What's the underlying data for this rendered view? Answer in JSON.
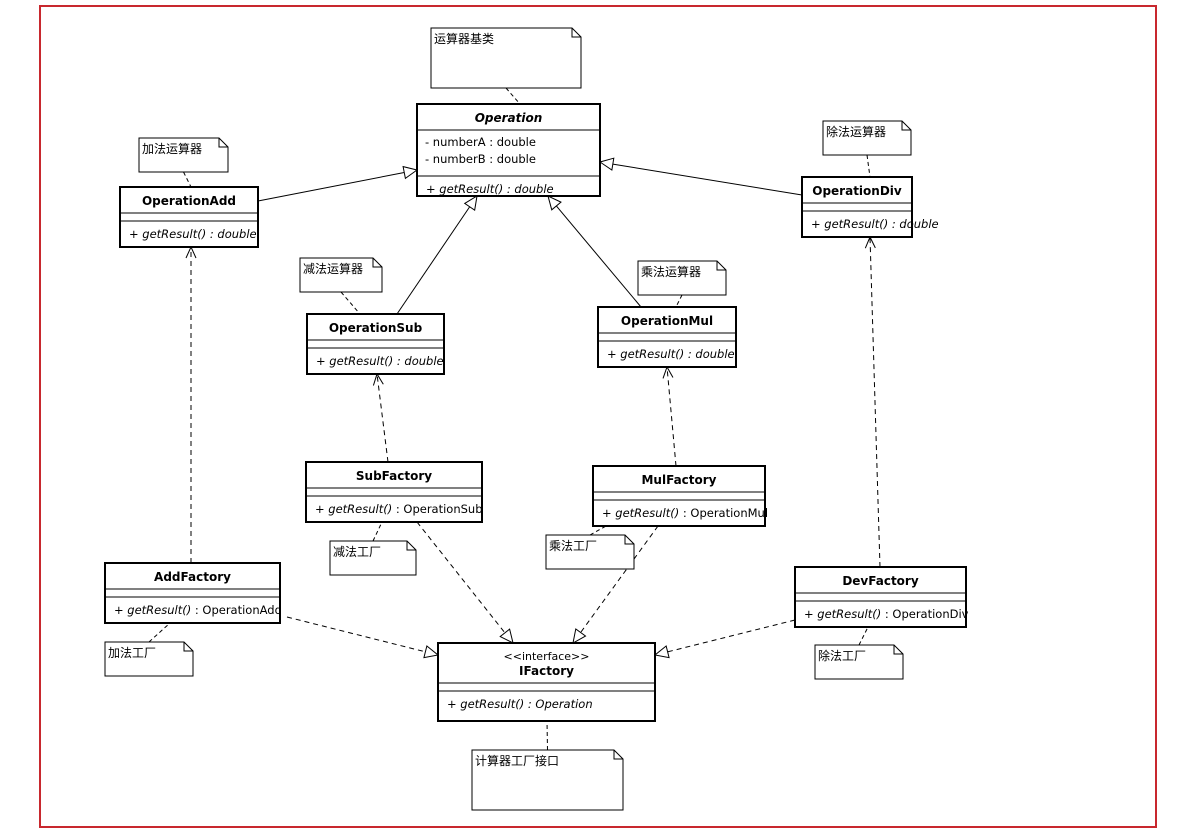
{
  "diagram": {
    "classes": [
      {
        "id": "Operation",
        "name": "Operation",
        "abstract": true,
        "attributes": [
          "- numberA : double",
          "- numberB : double"
        ],
        "methods": [
          {
            "prefix": "+ ",
            "text": "getResult() : double",
            "italic": true
          }
        ]
      },
      {
        "id": "OperationAdd",
        "name": "OperationAdd",
        "attributes": [],
        "methods": [
          {
            "prefix": "+ ",
            "text": "getResult() : double",
            "italic": true
          }
        ]
      },
      {
        "id": "OperationDiv",
        "name": "OperationDiv",
        "attributes": [],
        "methods": [
          {
            "prefix": "+ ",
            "text": "getResult() : double",
            "italic": true
          }
        ]
      },
      {
        "id": "OperationSub",
        "name": "OperationSub",
        "attributes": [],
        "methods": [
          {
            "prefix": "+ ",
            "text": "getResult() : double",
            "italic": true
          }
        ]
      },
      {
        "id": "OperationMul",
        "name": "OperationMul",
        "attributes": [],
        "methods": [
          {
            "prefix": "+ ",
            "text": "getResult() : double",
            "italic": true
          }
        ]
      },
      {
        "id": "SubFactory",
        "name": "SubFactory",
        "attributes": [],
        "methods": [
          {
            "prefix": "+ ",
            "text": "getResult()",
            "italic": true,
            "suffix": " : OperationSub"
          }
        ]
      },
      {
        "id": "MulFactory",
        "name": "MulFactory",
        "attributes": [],
        "methods": [
          {
            "prefix": "+ ",
            "text": "getResult()",
            "italic": true,
            "suffix": " : OperationMul"
          }
        ]
      },
      {
        "id": "AddFactory",
        "name": "AddFactory",
        "attributes": [],
        "methods": [
          {
            "prefix": "+ ",
            "text": "getResult()",
            "italic": true,
            "suffix": " : OperationAdd"
          }
        ]
      },
      {
        "id": "DevFactory",
        "name": "DevFactory",
        "attributes": [],
        "methods": [
          {
            "prefix": "+ ",
            "text": "getResult()",
            "italic": true,
            "suffix": " : OperationDiv"
          }
        ]
      },
      {
        "id": "IFactory",
        "name": "IFactory",
        "stereotype": "<<interface>>",
        "attributes": [],
        "methods": [
          {
            "prefix": "+ ",
            "text": "getResult() : Operation",
            "italic": true
          }
        ]
      }
    ],
    "notes": [
      {
        "id": "note-operation",
        "text": "运算器基类"
      },
      {
        "id": "note-add",
        "text": "加法运算器"
      },
      {
        "id": "note-div",
        "text": "除法运算器"
      },
      {
        "id": "note-sub",
        "text": "减法运算器"
      },
      {
        "id": "note-mul",
        "text": "乘法运算器"
      },
      {
        "id": "note-subfactory",
        "text": "减法工厂"
      },
      {
        "id": "note-mulfactory",
        "text": "乘法工厂"
      },
      {
        "id": "note-addfactory",
        "text": "加法工厂"
      },
      {
        "id": "note-devfactory",
        "text": "除法工厂"
      },
      {
        "id": "note-ifactory",
        "text": "计算器工厂接口"
      }
    ],
    "relations": [
      {
        "from": "OperationAdd",
        "to": "Operation",
        "kind": "generalization"
      },
      {
        "from": "OperationDiv",
        "to": "Operation",
        "kind": "generalization"
      },
      {
        "from": "OperationSub",
        "to": "Operation",
        "kind": "generalization"
      },
      {
        "from": "OperationMul",
        "to": "Operation",
        "kind": "generalization"
      },
      {
        "from": "AddFactory",
        "to": "OperationAdd",
        "kind": "dependency"
      },
      {
        "from": "DevFactory",
        "to": "OperationDiv",
        "kind": "dependency"
      },
      {
        "from": "SubFactory",
        "to": "OperationSub",
        "kind": "dependency"
      },
      {
        "from": "MulFactory",
        "to": "OperationMul",
        "kind": "dependency"
      },
      {
        "from": "SubFactory",
        "to": "IFactory",
        "kind": "realization"
      },
      {
        "from": "MulFactory",
        "to": "IFactory",
        "kind": "realization"
      },
      {
        "from": "AddFactory",
        "to": "IFactory",
        "kind": "realization"
      },
      {
        "from": "DevFactory",
        "to": "IFactory",
        "kind": "realization"
      }
    ]
  },
  "colors": {
    "frame": "#c8282e",
    "line": "#000000",
    "background": "#ffffff"
  }
}
